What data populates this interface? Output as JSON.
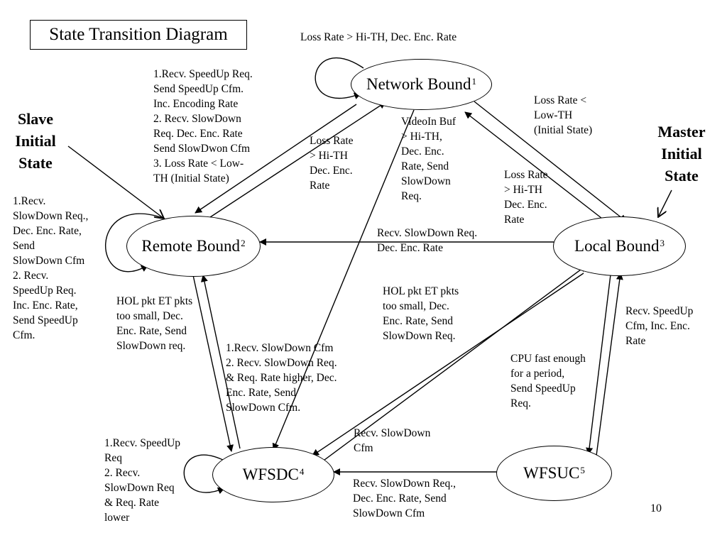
{
  "title": "State Transition Diagram",
  "page_number": "10",
  "nodes": {
    "network": {
      "name": "Network Bound",
      "sup": "1"
    },
    "remote": {
      "name": "Remote Bound",
      "sup": "2"
    },
    "local": {
      "name": "Local Bound",
      "sup": "3"
    },
    "wfsdc": {
      "name": "WFSDC",
      "sup": "4"
    },
    "wfsuc": {
      "name": "WFSUC",
      "sup": "5"
    }
  },
  "initial_states": {
    "slave": "Slave\nInitial\nState",
    "master": "Master\nInitial\nState"
  },
  "edges": {
    "network_self": "Loss Rate > Hi-TH, Dec. Enc. Rate",
    "network_to_remote": "1.Recv. SpeedUp Req.\nSend SpeedUp Cfm.\nInc. Encoding Rate\n2. Recv. SlowDown\nReq. Dec. Enc. Rate\nSend SlowDwon Cfm\n3. Loss Rate < Low-\nTH (Initial State)",
    "remote_to_network": "Loss Rate\n> Hi-TH\nDec. Enc.\nRate",
    "network_to_wfsdc": "VideoIn Buf\n> Hi-TH,\nDec. Enc.\nRate, Send\nSlowDown\nReq.",
    "network_to_local": "Loss Rate <\nLow-TH\n(Initial State)",
    "local_to_network": "Loss Rate\n> Hi-TH\nDec. Enc.\nRate",
    "remote_self": "1.Recv.\nSlowDown Req.,\nDec. Enc. Rate,\nSend\nSlowDown Cfm\n2. Recv.\nSpeedUp Req.\nInc. Enc. Rate,\nSend SpeedUp\nCfm.",
    "local_to_remote": "Recv. SlowDown Req.\nDec. Enc. Rate",
    "remote_to_wfsdc": "HOL pkt ET pkts\ntoo small, Dec.\nEnc. Rate, Send\nSlowDown req.",
    "wfsdc_to_remote": "1.Recv. SlowDown Cfm\n2. Recv. SlowDown Req.\n& Req. Rate higher, Dec.\nEnc. Rate, Send\nSlowDown Cfm.",
    "local_to_wfsdc": "HOL pkt ET pkts\ntoo small, Dec.\nEnc. Rate, Send\nSlowDown Req.",
    "wfsdc_to_local": "Recv. SlowDown\nCfm",
    "local_to_wfsuc": "CPU fast enough\nfor a period,\nSend SpeedUp\nReq.",
    "wfsuc_to_local": "Recv. SpeedUp\nCfm, Inc. Enc.\nRate",
    "wfsuc_to_wfsdc": "Recv. SlowDown Req.,\nDec. Enc. Rate, Send\nSlowDown Cfm",
    "wfsdc_self": "1.Recv. SpeedUp\nReq\n2. Recv.\nSlowDown Req\n& Req. Rate\nlower"
  }
}
